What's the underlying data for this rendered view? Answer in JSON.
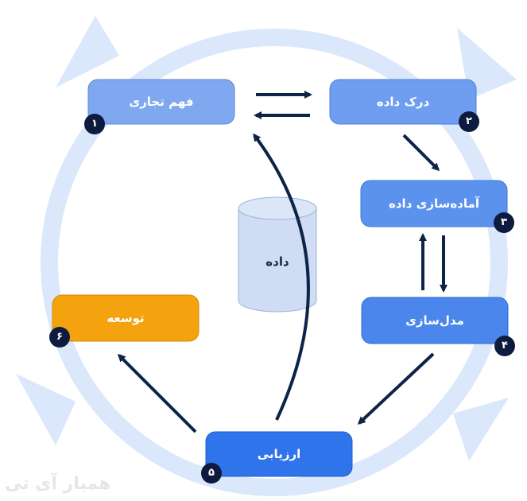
{
  "stages": [
    {
      "id": "business-understanding",
      "label": "فهم تجاری",
      "number": "۱",
      "color": "#7fa8f0"
    },
    {
      "id": "data-understanding",
      "label": "درک داده",
      "number": "۲",
      "color": "#6f9ef0"
    },
    {
      "id": "data-preparation",
      "label": "آماده‌سازی داده",
      "number": "۳",
      "color": "#5a92ee"
    },
    {
      "id": "modeling",
      "label": "مدل‌سازی",
      "number": "۴",
      "color": "#4a86ec"
    },
    {
      "id": "evaluation",
      "label": "ارزیابی",
      "number": "۵",
      "color": "#2f74ea"
    },
    {
      "id": "deployment",
      "label": "توسعه",
      "number": "۶",
      "color": "#f5a20f"
    }
  ],
  "database": {
    "label": "داده"
  },
  "watermark": "همیار آی تی",
  "colors": {
    "ring": "#dbe7fb",
    "arrow": "#0d2347",
    "badge": "#0d1b3e",
    "cylinder": "#cfdcf3"
  }
}
